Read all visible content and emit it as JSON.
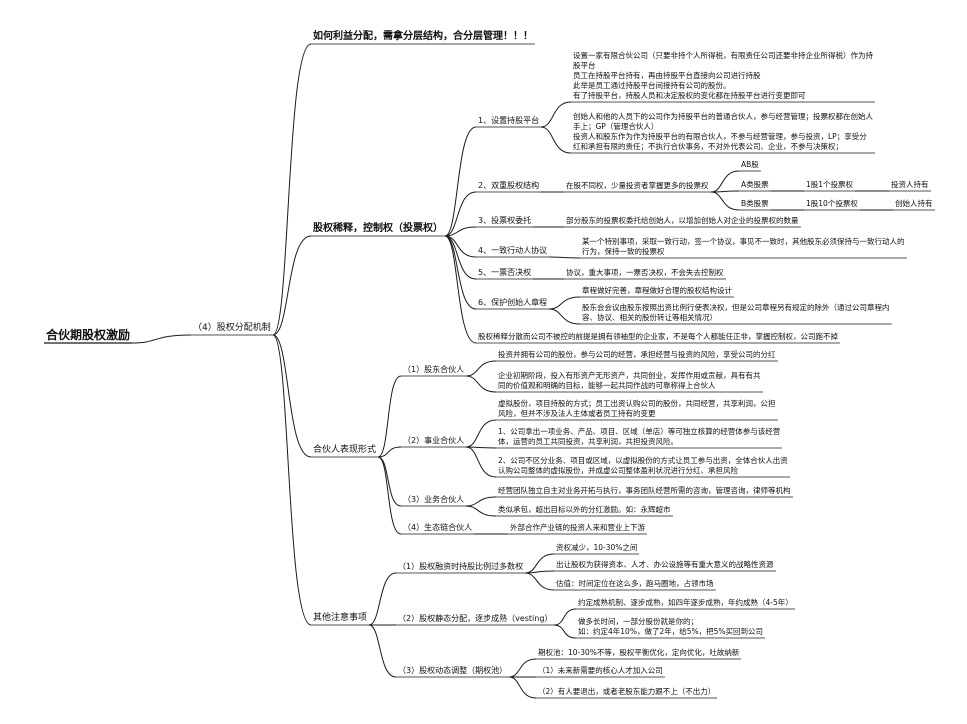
{
  "colors": {
    "line": "#1a1a1a",
    "text": "#111111",
    "background": "#ffffff"
  },
  "nodes": [
    {
      "id": "root",
      "text": "合伙期股权激励",
      "name": "root-node",
      "cls": "root"
    },
    {
      "id": "mech",
      "text": "（4）股权分配机制",
      "name": "branch-mechanism",
      "cls": "l1a"
    },
    {
      "id": "dist",
      "text": "如何利益分配，需拿分层结构，合分层管理！！！",
      "name": "branch-distribution",
      "cls": "l1"
    },
    {
      "id": "ctrl",
      "text": "股权稀释，控制权（投票权）",
      "name": "branch-control",
      "cls": "l1"
    },
    {
      "id": "c1",
      "text": "1、设置持股平台",
      "name": "control-item-1",
      "cls": "l2"
    },
    {
      "id": "c1a",
      "text": "设置一家有限合伙公司（只要非持个人所得税，有限责任公司还要非持企业所得税）作为持\n股平台\n员工在持股平台持有，再由持股平台直接向公司进行持股\n此举是员工通过持股平台间接持有公司的股份。\n有了持股平台，持股人员和决定股权的变化都在持股平台进行变更即可",
      "name": "platform-detail-1",
      "cls": "txt"
    },
    {
      "id": "c1b",
      "text": "创始人和他的人员下的公司作为持股平台的普通合伙人，参与经营管理；投票权都在创始人\n手上；GP（管理合伙人）\n投资人和股东作为作为持股平台的有限合伙人，不参与经营管理，参与投资，LP；享受分\n红和承担有限的责任；不执行合伙事务，不对外代表公司、企业，不参与决策权；",
      "name": "platform-detail-2",
      "cls": "txt"
    },
    {
      "id": "c2",
      "text": "2、双重股权结构",
      "name": "control-item-2",
      "cls": "l2"
    },
    {
      "id": "c2a",
      "text": "在股不同权，少量投资者掌握更多的投票权",
      "name": "dual-class-detail",
      "cls": "txt"
    },
    {
      "id": "ab",
      "text": "AB股",
      "name": "ab-share-node",
      "cls": "txt"
    },
    {
      "id": "a_cls",
      "text": "A类股票",
      "name": "a-class-share",
      "cls": "txt"
    },
    {
      "id": "a_vote",
      "text": "1股1个投票权",
      "name": "a-class-vote",
      "cls": "txt"
    },
    {
      "id": "a_hold",
      "text": "投资人持有",
      "name": "a-class-holder",
      "cls": "txt"
    },
    {
      "id": "b_cls",
      "text": "B类股票",
      "name": "b-class-share",
      "cls": "txt"
    },
    {
      "id": "b_vote",
      "text": "1股10个投票权",
      "name": "b-class-vote",
      "cls": "txt"
    },
    {
      "id": "b_hold",
      "text": "创始人持有",
      "name": "b-class-holder",
      "cls": "txt"
    },
    {
      "id": "c3",
      "text": "3、投票权委托",
      "name": "control-item-3",
      "cls": "l2"
    },
    {
      "id": "c3a",
      "text": "部分股东的投票权委托给创始人，以增加创始人对企业的投票权的数量",
      "name": "proxy-detail",
      "cls": "txt"
    },
    {
      "id": "c4",
      "text": "4、一致行动人协议",
      "name": "control-item-4",
      "cls": "l2"
    },
    {
      "id": "c4a",
      "text": "某一个特别事项，采取一致行动，签一个协议，事见不一致时，其他股东必须保持与一致行动人的\n行为，保持一致的投票权",
      "name": "concert-detail",
      "cls": "txt"
    },
    {
      "id": "c5",
      "text": "5、一票否决权",
      "name": "control-item-5",
      "cls": "l2"
    },
    {
      "id": "c5a",
      "text": "协议，重大事项，一票否决权，不会失去控制权",
      "name": "veto-detail",
      "cls": "txt"
    },
    {
      "id": "c6",
      "text": "6、保护创始人章程",
      "name": "control-item-6",
      "cls": "l2"
    },
    {
      "id": "c6a",
      "text": "章程做好完善，章程做好合理的股权结构设计",
      "name": "bylaws-detail-1",
      "cls": "txt"
    },
    {
      "id": "c6b",
      "text": "股东会会议由股东按照出资比例行使表决权，但是公司章程另有规定的除外（通过公司章程内\n容、协议、相关的股份转让等相关情况）",
      "name": "bylaws-detail-2",
      "cls": "txt"
    },
    {
      "id": "c7",
      "text": "股权稀释分散而公司不被控的前提是拥有领袖型的企业家，不是每个人都能任正非，掌握控制权，公司跑不掉",
      "name": "control-note",
      "cls": "txt"
    },
    {
      "id": "form",
      "text": "合伙人表现形式",
      "name": "branch-partner-forms",
      "cls": "l1a"
    },
    {
      "id": "f1",
      "text": "（1）股东合伙人",
      "name": "form-item-1",
      "cls": "l2"
    },
    {
      "id": "f1a",
      "text": "投资并拥有公司的股份，参与公司的经营，承担经营与投资的风险，享受公司的分红",
      "name": "shareholder-detail-1",
      "cls": "txt"
    },
    {
      "id": "f1b",
      "text": "企业初期阶段，投入有形资产无形资产，共同创业，发挥作用或贡献，具有有共\n同的价值观和明确的目标，能够一起共同作战的可靠称得上合伙人",
      "name": "shareholder-detail-2",
      "cls": "txt"
    },
    {
      "id": "f2",
      "text": "（2）事业合伙人",
      "name": "form-item-2",
      "cls": "l2"
    },
    {
      "id": "f2a",
      "text": "虚拟股份，项目持股的方式；员工出资认购公司的股份，共同经营，共享利润，公担\n风险，但并不涉及法人主体或者员工持有的变更",
      "name": "venture-detail-1",
      "cls": "txt"
    },
    {
      "id": "f2b",
      "text": "1、公司拿出一项业务、产品、项目、区域（单店）等可独立核算的经营体参与该经营\n体，运营的员工共同投资，共享利润，共担投资风险。",
      "name": "venture-detail-2",
      "cls": "txt"
    },
    {
      "id": "f2c",
      "text": "2、公司不区分业务、项目或区域，以虚拟股份的方式让员工参与出资，全体合伙人出资\n认购公司整体的虚拟股份，并成虚公司整体盈利状况进行分红、承担风险",
      "name": "venture-detail-3",
      "cls": "txt"
    },
    {
      "id": "f3",
      "text": "（3）业务合伙人",
      "name": "form-item-3",
      "cls": "l2"
    },
    {
      "id": "f3a",
      "text": "经营团队独立自主对业务开拓与执行，事务团队经营所需的咨询，管理咨询，律师等机构",
      "name": "business-detail-1",
      "cls": "txt"
    },
    {
      "id": "f3b",
      "text": "类似承包，超出目标以外的分红激励。如：永辉超市",
      "name": "business-detail-2",
      "cls": "txt"
    },
    {
      "id": "f4",
      "text": "（4）生态链合伙人",
      "name": "form-item-4",
      "cls": "l2"
    },
    {
      "id": "f4a",
      "text": "外部合作产业链的投资人来和营业上下游",
      "name": "ecosystem-detail",
      "cls": "txt"
    },
    {
      "id": "att",
      "text": "其他注意事项",
      "name": "branch-notes",
      "cls": "l1a"
    },
    {
      "id": "n1",
      "text": "（1）股权融资时持股比例过多数权",
      "name": "note-item-1",
      "cls": "l2"
    },
    {
      "id": "n1a",
      "text": "资权减少，10-30%之间",
      "name": "financing-detail-1",
      "cls": "txt"
    },
    {
      "id": "n1b",
      "text": "出让股权为获得资本、人才、办公设施等有重大意义的战略性资源",
      "name": "financing-detail-2",
      "cls": "txt"
    },
    {
      "id": "n1c",
      "text": "估值：时间定位在这么多，跑马圈地，占领市场",
      "name": "financing-detail-3",
      "cls": "txt"
    },
    {
      "id": "n2",
      "text": "（2）股权静态分配，逐步成熟（vesting）",
      "name": "note-item-2",
      "cls": "l2"
    },
    {
      "id": "n2a",
      "text": "约定成熟机制、逐步成熟，如四年逐步成熟，年约成熟（4-5年）",
      "name": "vesting-detail-1",
      "cls": "txt"
    },
    {
      "id": "n2b",
      "text": "做多长时间，一部分股份就是你的；\n如：约定4年10%，做了2年，给5%，把5%买回到公司",
      "name": "vesting-detail-2",
      "cls": "txt"
    },
    {
      "id": "n3",
      "text": "（3）股权动态调整（期权池）",
      "name": "note-item-3",
      "cls": "l2"
    },
    {
      "id": "n3a",
      "text": "期权池：10-30%不等，股权平衡优化，定向优化，吐故纳新",
      "name": "option-pool-detail",
      "cls": "txt"
    },
    {
      "id": "n3b",
      "text": "（1）未来新需要的核心人才加入公司",
      "name": "option-pool-case-1",
      "cls": "txt"
    },
    {
      "id": "n3c",
      "text": "（2）有人要退出，或者老股东能力跟不上（不出力）",
      "name": "option-pool-case-2",
      "cls": "txt"
    }
  ],
  "edges": [
    [
      "root",
      "mech"
    ],
    [
      "mech",
      "dist"
    ],
    [
      "mech",
      "ctrl"
    ],
    [
      "mech",
      "form"
    ],
    [
      "mech",
      "att"
    ],
    [
      "ctrl",
      "c1"
    ],
    [
      "ctrl",
      "c2"
    ],
    [
      "ctrl",
      "c3"
    ],
    [
      "ctrl",
      "c4"
    ],
    [
      "ctrl",
      "c5"
    ],
    [
      "ctrl",
      "c6"
    ],
    [
      "ctrl",
      "c7"
    ],
    [
      "c1",
      "c1a"
    ],
    [
      "c1",
      "c1b"
    ],
    [
      "c2",
      "c2a"
    ],
    [
      "c2a",
      "ab"
    ],
    [
      "c2a",
      "a_cls"
    ],
    [
      "c2a",
      "b_cls"
    ],
    [
      "a_cls",
      "a_vote"
    ],
    [
      "a_vote",
      "a_hold"
    ],
    [
      "b_cls",
      "b_vote"
    ],
    [
      "b_vote",
      "b_hold"
    ],
    [
      "c3",
      "c3a"
    ],
    [
      "c4",
      "c4a"
    ],
    [
      "c5",
      "c5a"
    ],
    [
      "c6",
      "c6a"
    ],
    [
      "c6",
      "c6b"
    ],
    [
      "form",
      "f1"
    ],
    [
      "form",
      "f2"
    ],
    [
      "form",
      "f3"
    ],
    [
      "form",
      "f4"
    ],
    [
      "f1",
      "f1a"
    ],
    [
      "f1",
      "f1b"
    ],
    [
      "f2",
      "f2a"
    ],
    [
      "f2",
      "f2b"
    ],
    [
      "f2",
      "f2c"
    ],
    [
      "f3",
      "f3a"
    ],
    [
      "f3",
      "f3b"
    ],
    [
      "f4",
      "f4a"
    ],
    [
      "att",
      "n1"
    ],
    [
      "att",
      "n2"
    ],
    [
      "att",
      "n3"
    ],
    [
      "n1",
      "n1a"
    ],
    [
      "n1",
      "n1b"
    ],
    [
      "n1",
      "n1c"
    ],
    [
      "n2",
      "n2a"
    ],
    [
      "n2",
      "n2b"
    ],
    [
      "n3",
      "n3a"
    ],
    [
      "n3",
      "n3b"
    ],
    [
      "n3",
      "n3c"
    ]
  ]
}
